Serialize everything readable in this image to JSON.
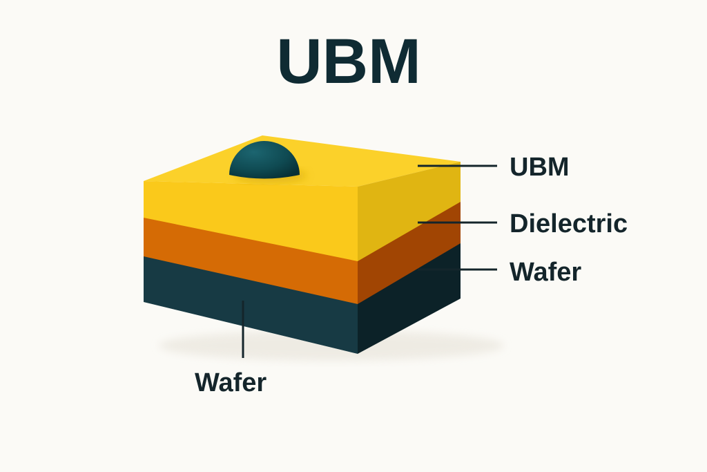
{
  "diagram": {
    "title": "UBM",
    "labels": {
      "ubm": "UBM",
      "dielectric": "Dielectric",
      "wafer_right": "Wafer",
      "wafer_bottom": "Wafer"
    },
    "colors": {
      "background": "#fbfaf6",
      "ubm_layer": "#fbd12a",
      "dielectric_layer": "#d56b05",
      "wafer_layer": "#163640",
      "solder_ball": "#0f4a52",
      "text": "#14252b"
    }
  }
}
